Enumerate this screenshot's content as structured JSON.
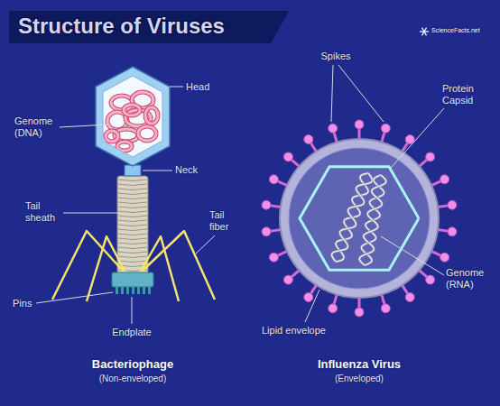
{
  "diagram": {
    "title": "Structure of Viruses",
    "labels": [
      "ScienceFacts.net",
      "Head",
      "Genome (DNA)",
      "Neck",
      "Tail sheath",
      "Tail fiber",
      "Pins",
      "Endplate",
      "Bacteriophage",
      "(Non-enveloped)",
      "Spikes",
      "Protein Capsid",
      "Genome (RNA)",
      "Lipid envelope",
      "Influenza Virus",
      "(Enveloped)"
    ]
  }
}
